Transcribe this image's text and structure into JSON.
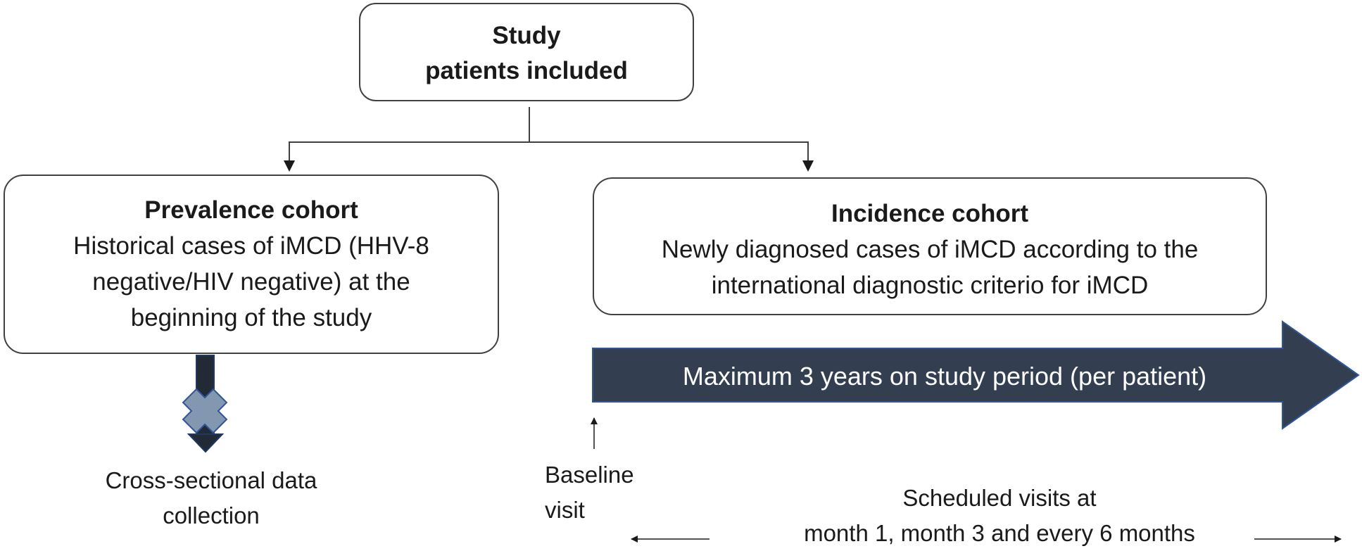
{
  "study": {
    "line1": "Study",
    "line2": "patients included"
  },
  "prevalence": {
    "title": "Prevalence cohort",
    "line1": "Historical cases of iMCD (HHV-8",
    "line2": "negative/HIV negative) at the",
    "line3": "beginning of the study"
  },
  "incidence": {
    "title": "Incidence cohort",
    "line1": "Newly diagnosed cases of iMCD according to the",
    "line2": "international diagnostic criterio for iMCD"
  },
  "period_arrow": {
    "label": "Maximum 3 years on study period (per patient)",
    "fill_color": "#333f50"
  },
  "cross_sectional": {
    "line1": "Cross-sectional data",
    "line2": "collection"
  },
  "baseline": {
    "line1": "Baseline",
    "line2": "visit"
  },
  "scheduled": {
    "line1": "Scheduled visits at",
    "line2": "month 1, month 3 and every 6 months"
  },
  "colors": {
    "box_border": "#404040",
    "cross_fill": "#8497b0",
    "down_arrow_fill": "#222a35"
  }
}
